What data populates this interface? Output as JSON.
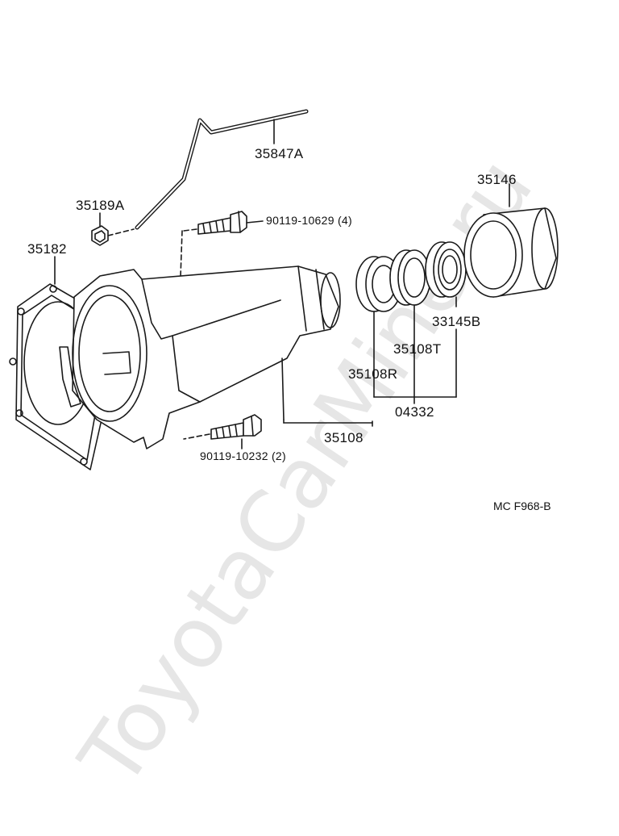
{
  "watermark": "ToyotaCarMine.ru",
  "diagram_code": "MC F968-B",
  "parts": {
    "tube": "35847A",
    "plug": "35189A",
    "bolt_top": "90119-10629 (4)",
    "gasket": "35182",
    "housing_outer": "35146",
    "bearing_outer": "33145B",
    "seal_t": "35108T",
    "seal_r": "35108R",
    "kit": "04332",
    "housing": "35108",
    "bolt_bottom": "90119-10232 (2)"
  },
  "colors": {
    "line": "#1a1a1a",
    "watermark": "#e6e6e6"
  }
}
